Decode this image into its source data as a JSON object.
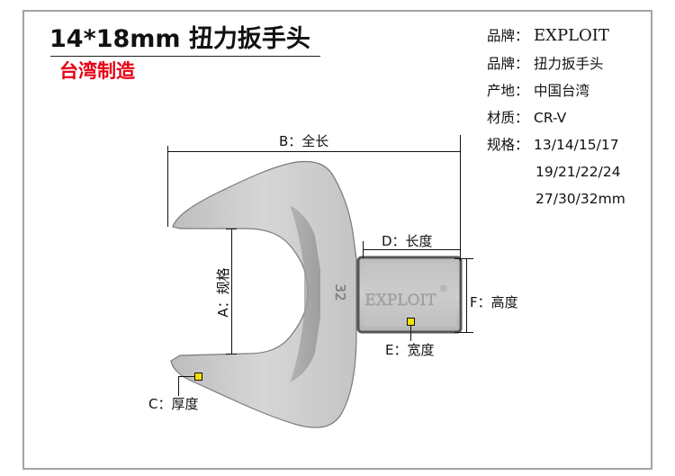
{
  "header": {
    "title": "14*18mm 扭力扳手头",
    "subtitle": "台湾制造"
  },
  "specs": [
    {
      "key": "品牌：",
      "value": "EXPLOIT"
    },
    {
      "key": "品牌：",
      "value": "扭力扳手头"
    },
    {
      "key": "产地：",
      "value": "中国台湾"
    },
    {
      "key": "材质：",
      "value": "CR-V"
    },
    {
      "key": "规格：",
      "value": "13/14/15/17"
    }
  ],
  "spec_continuation": [
    "19/21/22/24",
    "27/30/32mm"
  ],
  "diagram": {
    "engraved_size": "32",
    "engraved_brand": "EXPLOIT",
    "registered_mark": "®",
    "labels": {
      "a": "A：规格",
      "b": "B：全长",
      "c": "C：厚度",
      "d": "D：长度",
      "e": "E：宽度",
      "f": "F：高度"
    }
  },
  "colors": {
    "frame": "#a3a3a3",
    "subtitle": "#e60012",
    "marker": "#f5e000",
    "steel": "#c8c8c8"
  }
}
